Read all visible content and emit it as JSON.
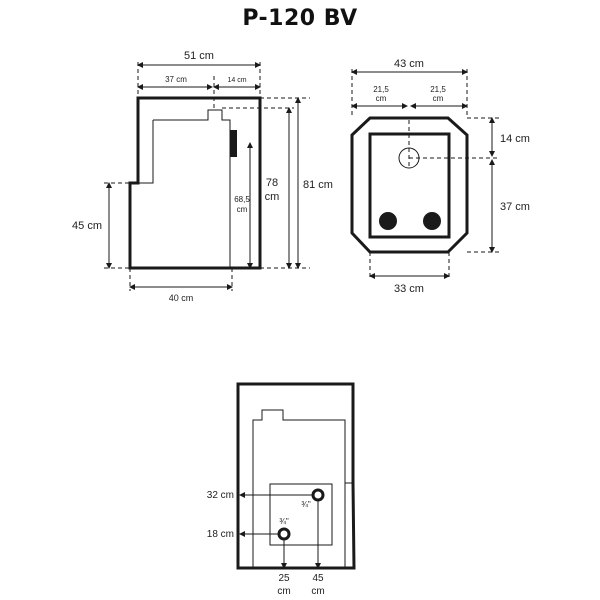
{
  "title": "P-120 BV",
  "side_view": {
    "width_total": "51 cm",
    "width_left": "37 cm",
    "width_right": "14 cm",
    "height_inner_1": "68,5",
    "height_inner_2": "cm",
    "height_78_1": "78",
    "height_78_2": "cm",
    "height_81": "81 cm",
    "height_45": "45 cm",
    "base_width": "40 cm"
  },
  "top_view": {
    "width_total": "43 cm",
    "half_left_1": "21,5",
    "half_left_2": "cm",
    "half_right_1": "21,5",
    "half_right_2": "cm",
    "depth_top": "14 cm",
    "depth_main": "37 cm",
    "inner_width": "33 cm"
  },
  "rear_view": {
    "height_upper": "32 cm",
    "height_lower": "18 cm",
    "pipe_upper": "¾\"",
    "pipe_lower": "¾\"",
    "offset_left_1": "25",
    "offset_left_2": "cm",
    "offset_right_1": "45",
    "offset_right_2": "cm"
  },
  "colors": {
    "line": "#1a1a1a",
    "text": "#222222",
    "background": "#ffffff"
  }
}
